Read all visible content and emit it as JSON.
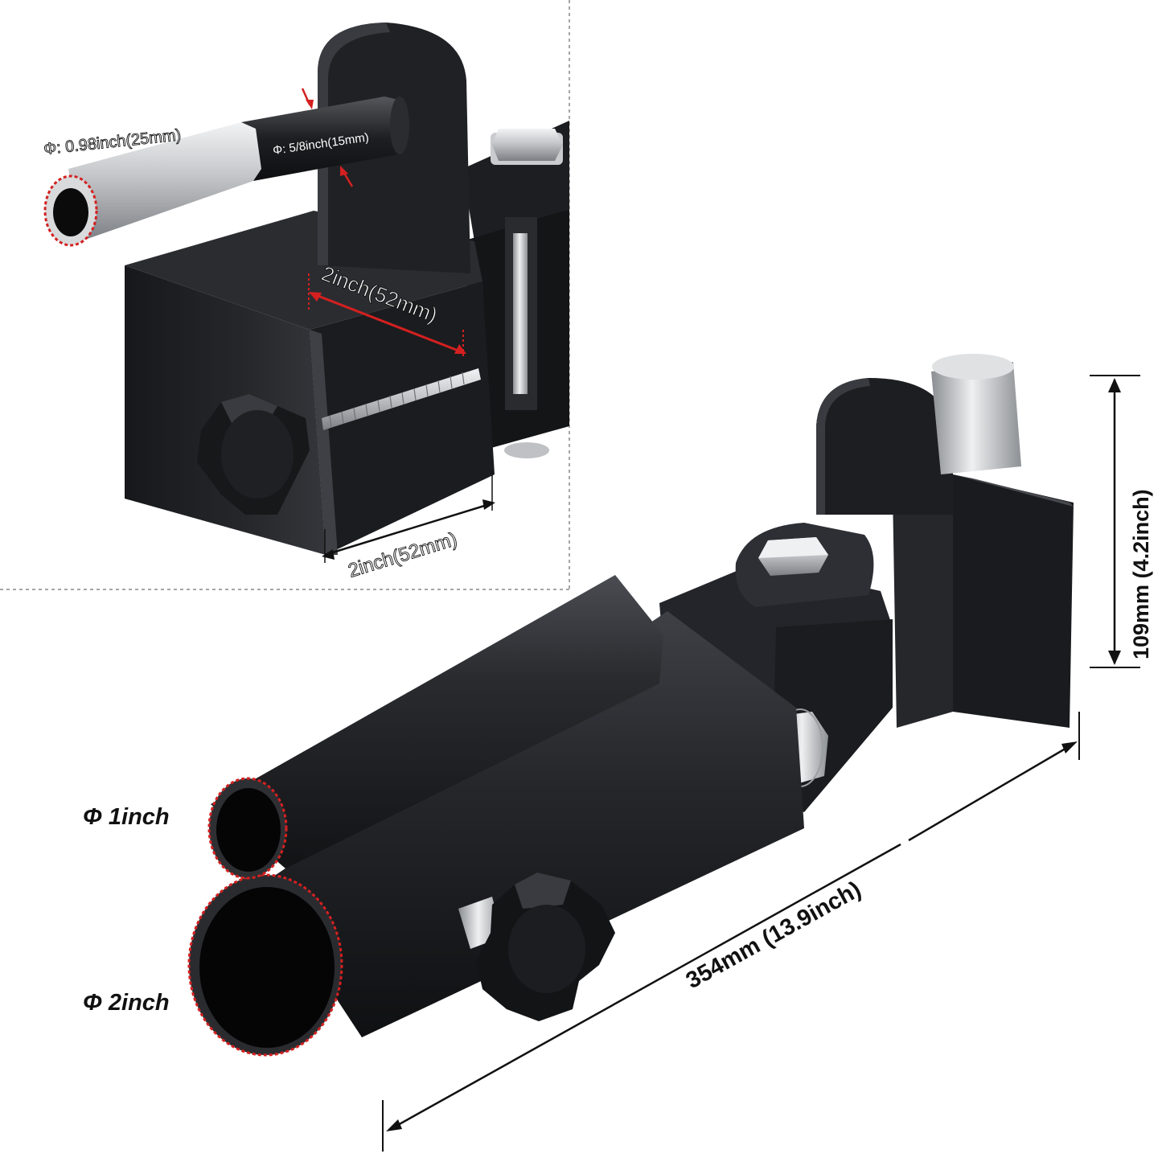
{
  "labels": {
    "outer_diameter": "Φ: 0.98inch(25mm)",
    "inner_diameter": "Φ: 5/8inch(15mm)",
    "clamp_depth": "2inch(52mm)",
    "clamp_width": "2inch(52mm)",
    "height": "109mm (4.2inch)",
    "length": "354mm (13.9inch)",
    "small_sleeve": "Φ 1inch",
    "large_sleeve": "Φ 2inch"
  },
  "colors": {
    "product_black": "#1e1f22",
    "product_highlight": "#4a4c52",
    "steel": "#c9cbce",
    "dimension_line": "#111111",
    "accent_red": "#d42020",
    "inset_border": "#888888"
  }
}
